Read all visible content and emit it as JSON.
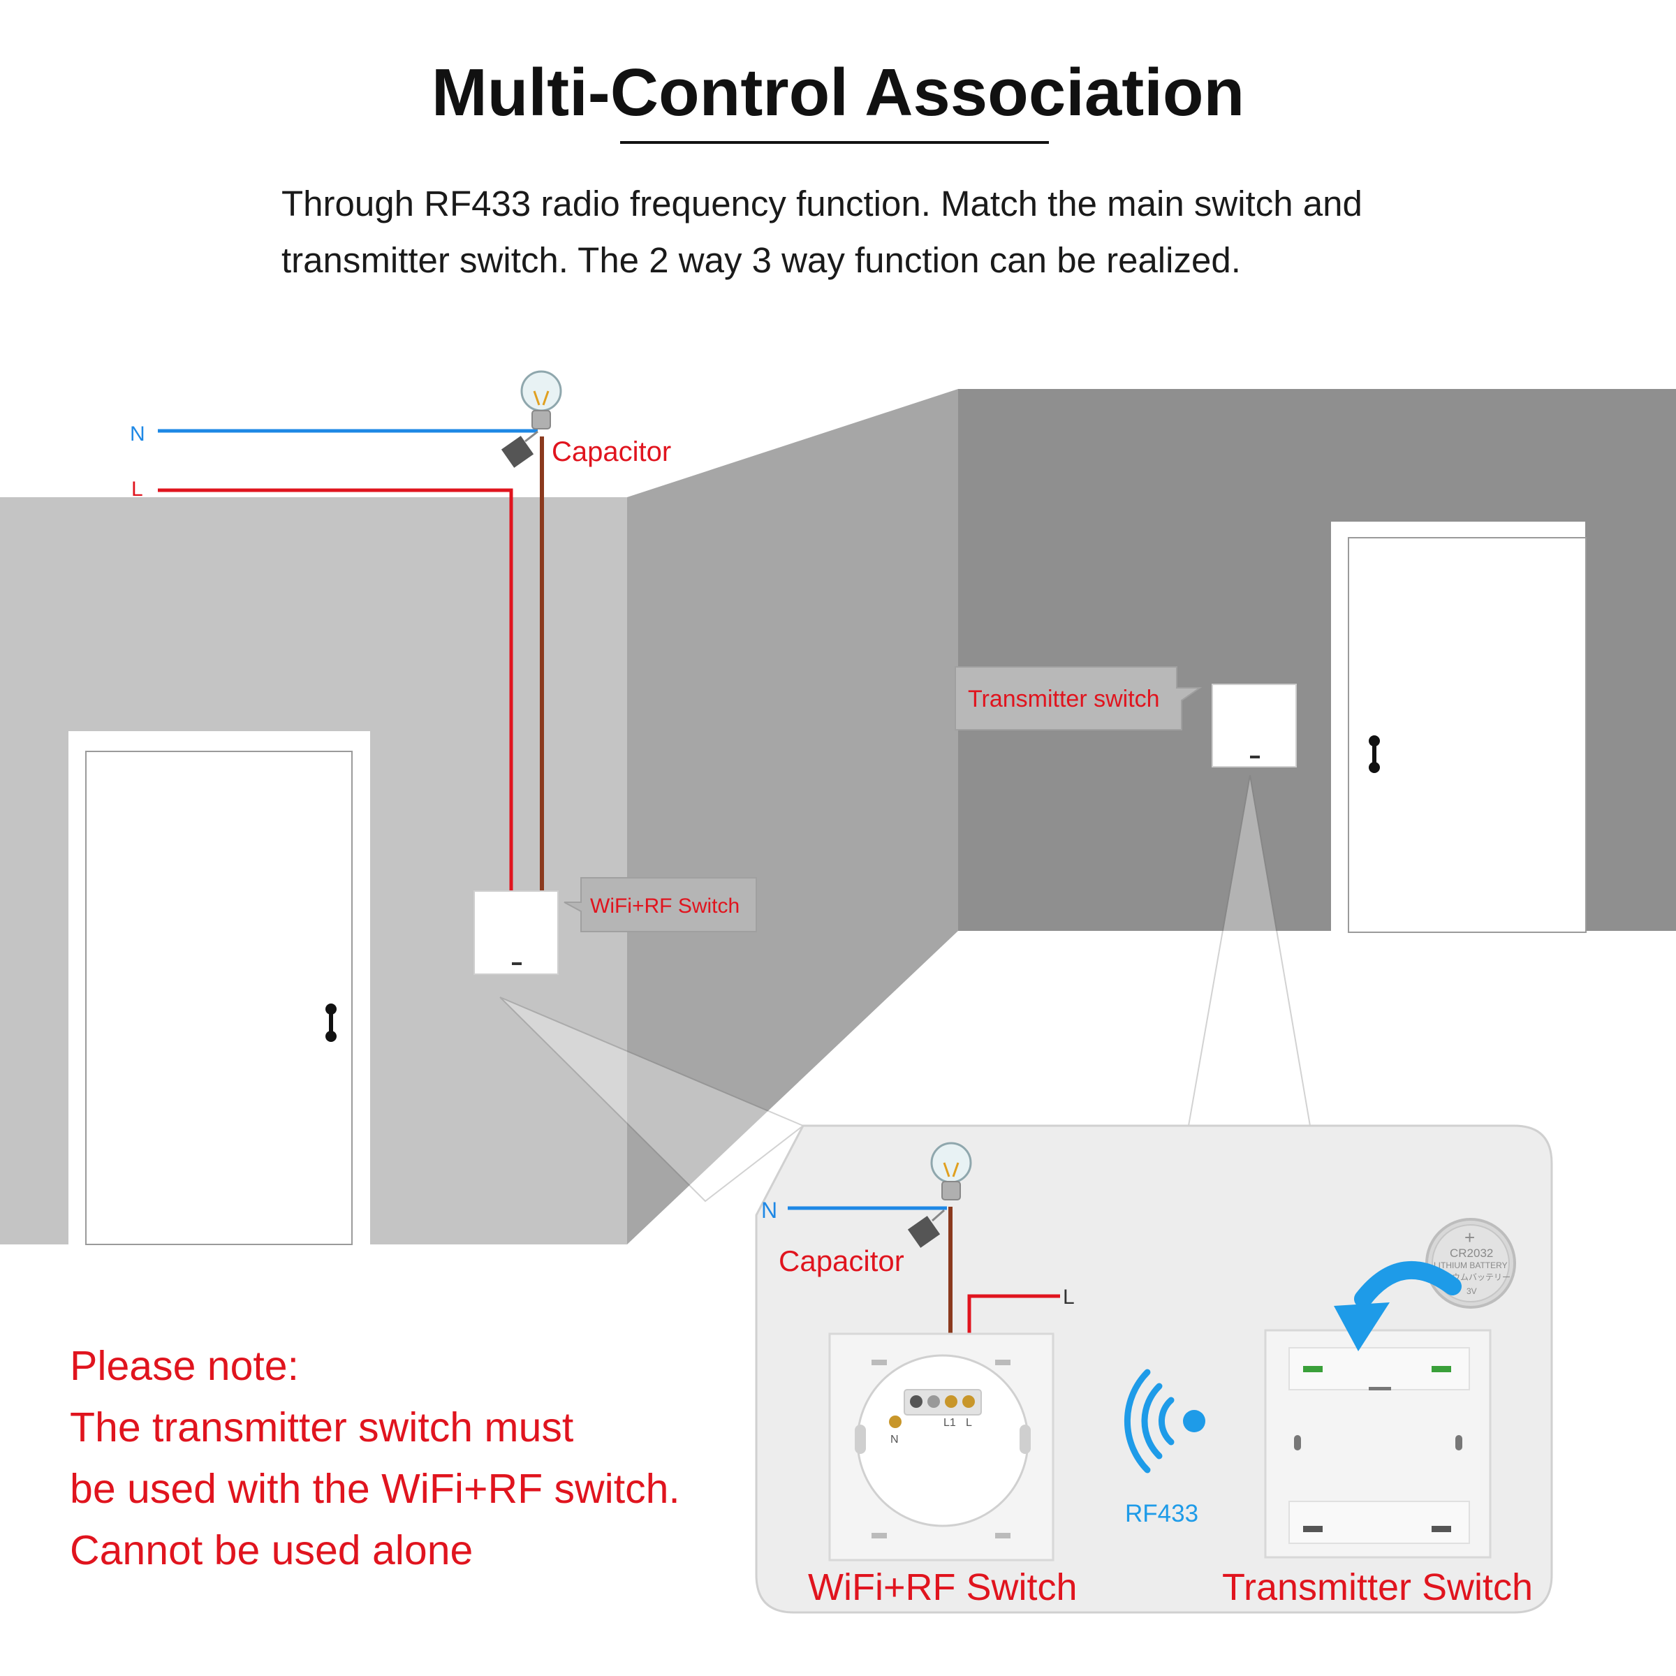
{
  "title": "Multi-Control Association",
  "description": {
    "line1": "Through RF433 radio frequency function. Match the main switch and",
    "line2": "transmitter switch. The 2 way 3 way function can be realized."
  },
  "room": {
    "wire_n_label": "N",
    "wire_l_label": "L",
    "capacitor_label": "Capacitor",
    "main_switch_label": "WiFi+RF Switch",
    "transmitter_label": "Transmitter switch"
  },
  "detail": {
    "wire_n_label": "N",
    "wire_l_label": "L",
    "capacitor_label": "Capacitor",
    "terminal_l1": "L1",
    "terminal_l": "L",
    "terminal_n": "N",
    "rf_label": "RF433",
    "battery_lines": [
      "CR2032",
      "LITHIUM BATTERY",
      "リチウムバッテリー",
      "3V"
    ],
    "battery_plus": "+",
    "main_switch_caption": "WiFi+RF Switch",
    "transmitter_caption": "Transmitter Switch"
  },
  "note": {
    "line1": "Please note:",
    "line2": "The transmitter switch must",
    "line3": "be used with the WiFi+RF switch.",
    "line4": "Cannot be used alone"
  },
  "colors": {
    "neutral_wire": "#1e88e5",
    "live_wire": "#e0141e",
    "load_wire": "#8b3a1e",
    "label_red": "#e0141e",
    "rf_blue": "#1e9be8"
  },
  "icons": [
    "light-bulb-icon",
    "capacitor-icon",
    "door-handle-icon",
    "rf-signal-icon",
    "arrow-icon",
    "battery-icon"
  ]
}
